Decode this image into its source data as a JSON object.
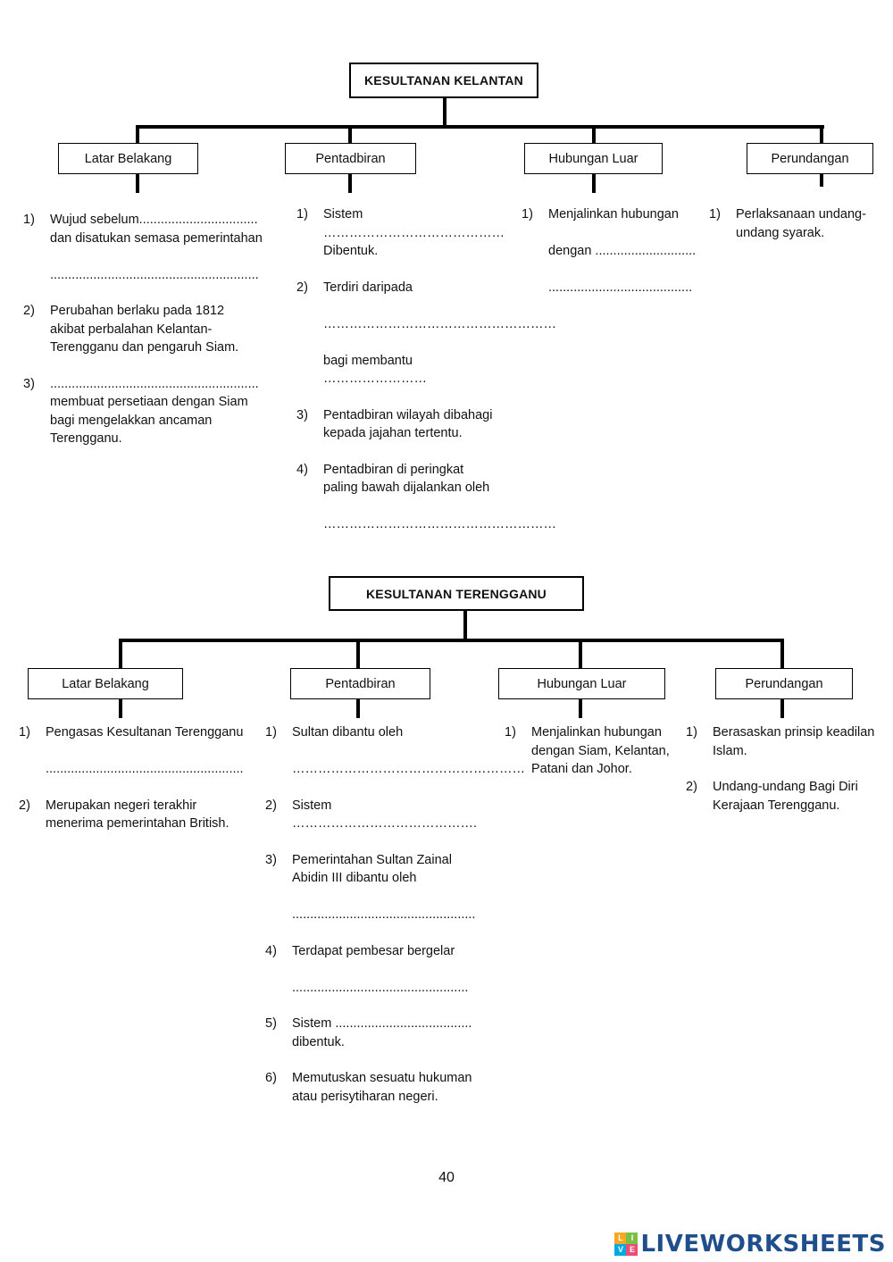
{
  "kelantan": {
    "title": "KESULTANAN KELANTAN",
    "categories": [
      "Latar Belakang",
      "Pentadbiran",
      "Hubungan Luar",
      "Perundangan"
    ],
    "columns": [
      [
        {
          "num": "1)",
          "lines": [
            "Wujud sebelum.................................",
            "dan disatukan semasa  pemerintahan",
            "",
            ".........................................................."
          ]
        },
        {
          "num": "2)",
          "lines": [
            "Perubahan berlaku pada 1812",
            "akibat perbalahan Kelantan-",
            "Terengganu dan pengaruh Siam."
          ]
        },
        {
          "num": "3)",
          "lines": [
            "..........................................................",
            "membuat persetiaan dengan Siam",
            "bagi mengelakkan ancaman",
            "Terengganu."
          ]
        }
      ],
      [
        {
          "num": "1)",
          "lines": [
            "Sistem ……………………………………",
            "Dibentuk."
          ]
        },
        {
          "num": "2)",
          "lines": [
            "Terdiri daripada",
            "",
            "………………………………………………",
            "",
            "bagi membantu ……………………"
          ]
        },
        {
          "num": "3)",
          "lines": [
            "Pentadbiran wilayah dibahagi",
            "kepada jajahan tertentu."
          ]
        },
        {
          "num": "4)",
          "lines": [
            "Pentadbiran di peringkat",
            "paling bawah dijalankan oleh",
            "",
            "………………………………………………"
          ]
        }
      ],
      [
        {
          "num": "1)",
          "lines": [
            "Menjalinkan hubungan",
            "",
            "dengan ............................",
            "",
            "........................................"
          ]
        }
      ],
      [
        {
          "num": "1)",
          "lines": [
            "Perlaksanaan undang-",
            "undang syarak."
          ]
        }
      ]
    ]
  },
  "terengganu": {
    "title": "KESULTANAN TERENGGANU",
    "categories": [
      "Latar Belakang",
      "Pentadbiran",
      "Hubungan Luar",
      "Perundangan"
    ],
    "columns": [
      [
        {
          "num": "1)",
          "lines": [
            "Pengasas Kesultanan Terengganu",
            "",
            "......................................................."
          ]
        },
        {
          "num": "2)",
          "lines": [
            "Merupakan negeri terakhir",
            "menerima pemerintahan British."
          ]
        }
      ],
      [
        {
          "num": "1)",
          "lines": [
            "Sultan dibantu  oleh",
            "",
            "………………………………………………"
          ]
        },
        {
          "num": "2)",
          "lines": [
            "Sistem ……………………………………."
          ]
        },
        {
          "num": "3)",
          "lines": [
            "Pemerintahan Sultan Zainal",
            "Abidin III dibantu oleh",
            "",
            "..................................................."
          ]
        },
        {
          "num": "4)",
          "lines": [
            "Terdapat pembesar bergelar",
            "",
            "................................................."
          ]
        },
        {
          "num": "5)",
          "lines": [
            "Sistem ......................................",
            "dibentuk."
          ]
        },
        {
          "num": "6)",
          "lines": [
            "Memutuskan sesuatu hukuman",
            "atau perisytiharan negeri."
          ]
        }
      ],
      [
        {
          "num": "1)",
          "lines": [
            "Menjalinkan hubungan",
            "dengan Siam, Kelantan,",
            "Patani dan Johor."
          ]
        }
      ],
      [
        {
          "num": "1)",
          "lines": [
            "Berasaskan prinsip keadilan",
            "Islam."
          ]
        },
        {
          "num": "2)",
          "lines": [
            "Undang-undang Bagi Diri",
            "Kerajaan Terengganu."
          ]
        }
      ]
    ]
  },
  "page_number": "40",
  "brand": {
    "text": "LIVEWORKSHEETS",
    "icon_letters": [
      "L",
      "I",
      "V",
      "E"
    ],
    "colors": [
      "#f7a823",
      "#7ac143",
      "#00a9e0",
      "#e94e77"
    ],
    "text_color": "#1f4e8c"
  }
}
